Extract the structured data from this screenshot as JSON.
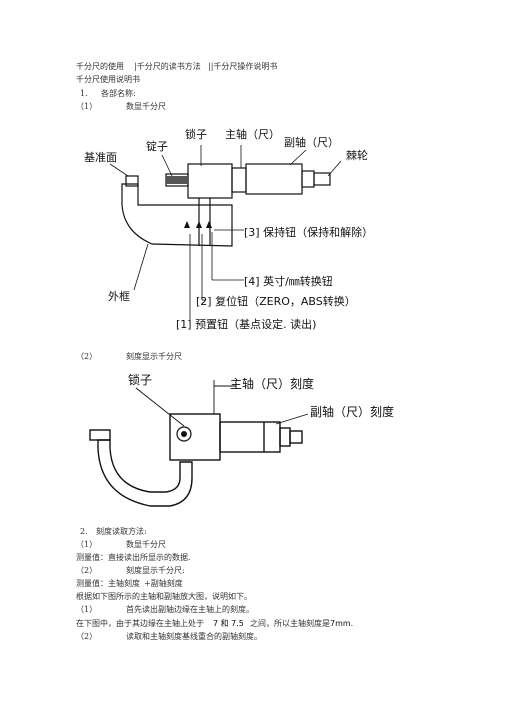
{
  "header": {
    "line1_a": "千分尺的使用",
    "line1_b": "|千分尺的读书方法",
    "line1_c": "||千分尺操作说明书",
    "line2": "千分尺使用说明书"
  },
  "section1": {
    "num": "1.",
    "title": "各部名称:",
    "sub1_num": "（1）",
    "sub1_title": "数显千分尺",
    "sub2_num": "（2）",
    "sub2_title": "刻度显示千分尺"
  },
  "figure1": {
    "base_face": "基准面",
    "spindle": "锭子",
    "lock": "锁子",
    "main_scale": "主轴（尺）",
    "thimble": "副轴（尺）",
    "ratchet": "棘轮",
    "hold_button": "[3] 保持钮（保持和解除）",
    "inch_mm": "[4] 英寸/㎜转换钮",
    "reset": "[2] 复位钮（ZERO，ABS转换）",
    "preset": "[1] 预置钮（基点设定. 读出)",
    "frame": "外框"
  },
  "figure2": {
    "lock": "锁子",
    "main_scale": "主轴（尺）刻度",
    "thimble_scale": "副轴（尺）刻度"
  },
  "section2": {
    "num": "2.",
    "title": "刻度读取方法:",
    "s1_num": "（1）",
    "s1_title": "数显千分尺",
    "s1_text": "测量值：直接读出所显示的数据.",
    "s2_num": "（2）",
    "s2_title": "刻度显示千分尺:",
    "s2_text_a": "测量值：主轴刻度",
    "s2_text_b": "+副轴刻度",
    "s2_text_c": "根据如下图所示的主轴和副轴放大图，说明如下。",
    "step1_num": "（1）",
    "step1_text": "首先读出副轴边缘在主轴上的刻度。",
    "step1_detail_a": "在下图中，由于其边缘在主轴上处于",
    "step1_detail_b": "7 和 7.5",
    "step1_detail_c": "之间，所以主轴刻度是",
    "step1_detail_d": "7mm.",
    "step2_num": "（2）",
    "step2_text": "读取和主轴刻度基线重合的副轴刻度。"
  }
}
